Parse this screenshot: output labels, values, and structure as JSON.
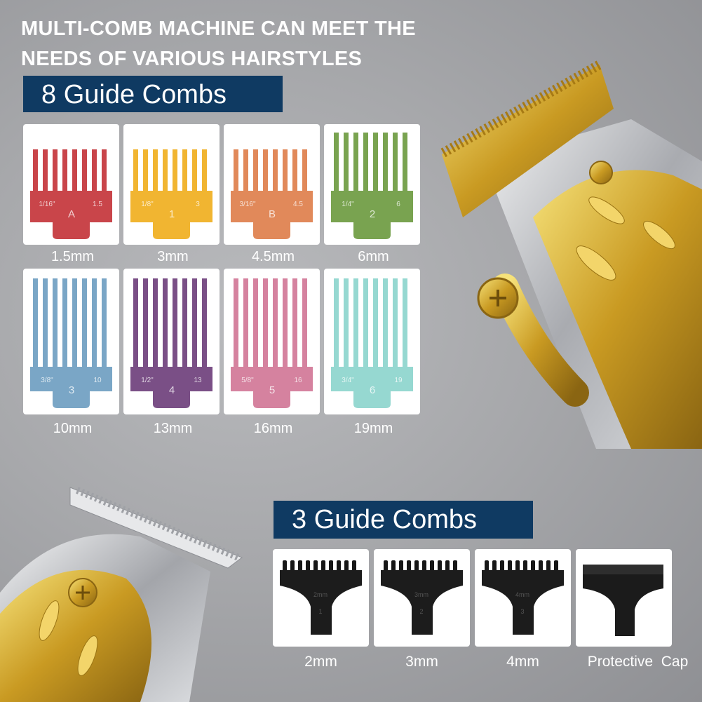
{
  "headline": {
    "line1": "MULTI-COMB MACHINE CAN MEET THE",
    "line2": "NEEDS OF VARIOUS HAIRSTYLES"
  },
  "section1": {
    "title": "8 Guide Combs",
    "combs": [
      {
        "size": "1.5mm",
        "color": "#c9454a",
        "mark": "A",
        "left": "1/16\"",
        "right": "1.5"
      },
      {
        "size": "3mm",
        "color": "#f1b531",
        "mark": "1",
        "left": "1/8\"",
        "right": "3"
      },
      {
        "size": "4.5mm",
        "color": "#e1895a",
        "mark": "B",
        "left": "3/16\"",
        "right": "4.5"
      },
      {
        "size": "6mm",
        "color": "#79a350",
        "mark": "2",
        "left": "1/4\"",
        "right": "6"
      },
      {
        "size": "10mm",
        "color": "#7aa6c6",
        "mark": "3",
        "left": "3/8\"",
        "right": "10"
      },
      {
        "size": "13mm",
        "color": "#7a4f86",
        "mark": "4",
        "left": "1/2\"",
        "right": "13"
      },
      {
        "size": "16mm",
        "color": "#d5829f",
        "mark": "5",
        "left": "5/8\"",
        "right": "16"
      },
      {
        "size": "19mm",
        "color": "#96d8d1",
        "mark": "6",
        "left": "3/4\"",
        "right": "19"
      }
    ]
  },
  "section2": {
    "title": "3 Guide Combs",
    "items": [
      {
        "caption": "2mm",
        "mark": "1",
        "label": "2mm"
      },
      {
        "caption": "3mm",
        "mark": "2",
        "label": "3mm"
      },
      {
        "caption": "4mm",
        "mark": "3",
        "label": "4mm"
      },
      {
        "caption": "Protective  Cap"
      }
    ]
  },
  "colors": {
    "banner": "#0f3a62",
    "background": "#a7a8ab",
    "gold": "#d9b23a",
    "silver": "#c9cbcf"
  }
}
